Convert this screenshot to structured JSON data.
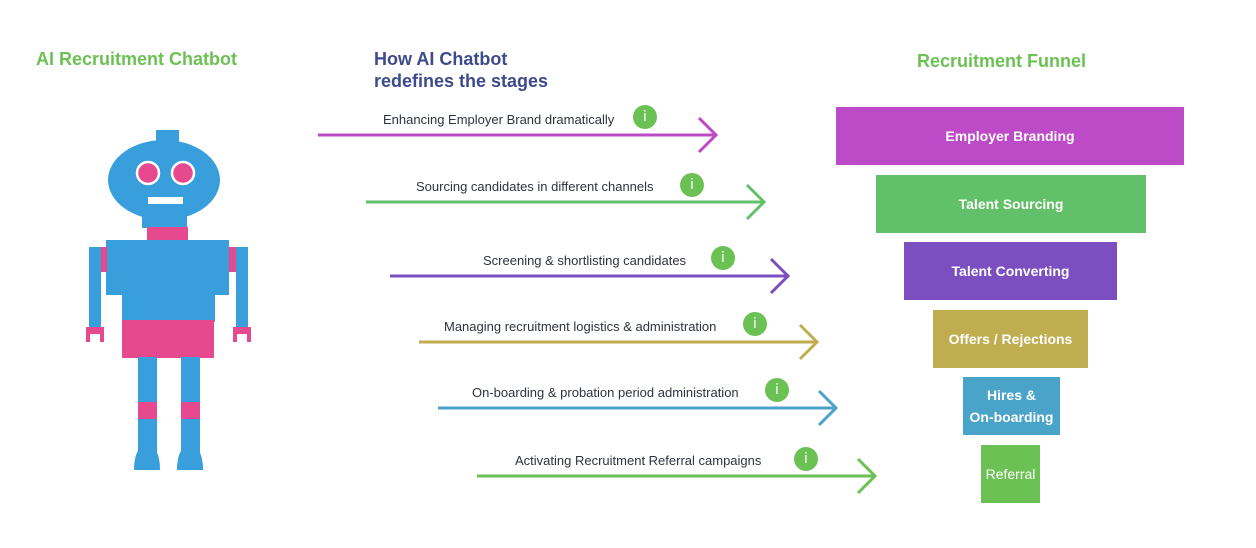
{
  "titles": {
    "left": "AI Recruitment Chatbot",
    "middle_line1": "How AI Chatbot",
    "middle_line2": "redefines the stages",
    "right": "Recruitment Funnel"
  },
  "colors": {
    "green_title": "#6cc155",
    "navy_title": "#3d4a8c",
    "robot_blue": "#389edc",
    "robot_pink": "#e6498e",
    "info_green": "#6cc155"
  },
  "stages": [
    {
      "label": "Enhancing Employer Brand dramatically",
      "color": "#bd4ac7",
      "icon": "info-icon",
      "icon_glyph": "i"
    },
    {
      "label": "Sourcing candidates in different channels",
      "color": "#63c06a",
      "icon": "info-icon",
      "icon_glyph": "i"
    },
    {
      "label": "Screening & shortlisting candidates",
      "color": "#7c4fc0",
      "icon": "info-icon",
      "icon_glyph": "i"
    },
    {
      "label": "Managing recruitment logistics & administration",
      "color": "#bfad50",
      "icon": "info-icon",
      "icon_glyph": "i"
    },
    {
      "label": "On-boarding & probation period administration",
      "color": "#4aa3c8",
      "icon": "info-icon",
      "icon_glyph": "i"
    },
    {
      "label": "Activating Recruitment Referral campaigns",
      "color": "#6cc155",
      "icon": "info-icon",
      "icon_glyph": "i"
    }
  ],
  "funnel": [
    {
      "line1": "Employer Branding",
      "line2": "",
      "color": "#bd4ac7"
    },
    {
      "line1": "Talent Sourcing",
      "line2": "",
      "color": "#63c06a"
    },
    {
      "line1": "Talent Converting",
      "line2": "",
      "color": "#7c4fc0"
    },
    {
      "line1": "Offers / Rejections",
      "line2": "",
      "color": "#bfad50"
    },
    {
      "line1": "Hires &",
      "line2": "On-boarding",
      "color": "#4aa3c8"
    },
    {
      "line1": "Referral",
      "line2": "",
      "color": "#6cc155"
    }
  ]
}
